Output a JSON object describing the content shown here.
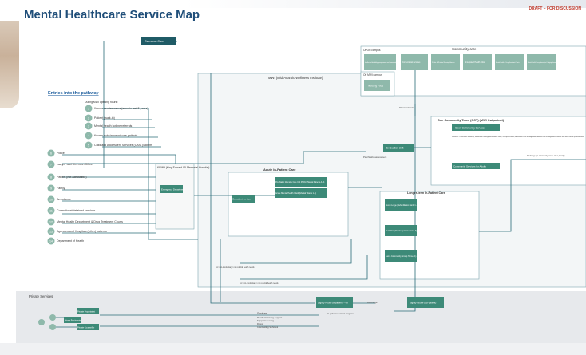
{
  "header": {
    "title": "Mental Healthcare Service Map",
    "draft_label": "DRAFT – FOR DISCUSSION"
  },
  "sections": {
    "entries_title": "Entries into the pathway",
    "during_hours": "During MWI opening hours :",
    "mwi_region": "MWI (Mid-Atlantic Wellness Institute)",
    "community_care": "Community care",
    "opd_campus": "OPOH campus",
    "off_campus": "Off MWI campus",
    "private_services": "Private Services",
    "acute_care": "Acute In-Patient Care",
    "longer_term": "Longer-term In-Patient Care",
    "kemh": "KEMH (King Edward VII Memorial Hospital)",
    "one_community_team": "One Community Team (OCT) (MWI Outpatient)"
  },
  "entries": [
    {
      "num": "1",
      "label": "Known service users (seen in last 2 years)"
    },
    {
      "num": "2",
      "label": "Patient (walk-in)"
    },
    {
      "num": "3",
      "label": "Mental health hotline referrals"
    },
    {
      "num": "4",
      "label": "Known substance misuse patients"
    },
    {
      "num": "5",
      "label": "Child and Adolescent Services (CAS) patients"
    },
    {
      "num": "6",
      "label": "Police"
    },
    {
      "num": "7",
      "label": "Lawyer and Diversion Officer"
    },
    {
      "num": "8",
      "label": "Patient (not admissible)"
    },
    {
      "num": "9",
      "label": "Family"
    },
    {
      "num": "10",
      "label": "Ambulance"
    },
    {
      "num": "11",
      "label": "Correctional/detained services"
    },
    {
      "num": "12",
      "label": "Mental Health Department & Drug Treatment Courts"
    },
    {
      "num": "13",
      "label": "Agencies and Hospitals (other) patients"
    },
    {
      "num": "14",
      "label": "Department of Health"
    }
  ],
  "community_boxes": [
    "Intellectual disability group homes and community",
    "Correctional services",
    "Public & Private Nursing Homes",
    "Integrated Health Clinic",
    "Mental Health & Drug Treatment Courts",
    "Mental Health Group Homes (incl. Lodging House)"
  ],
  "nodes": {
    "overseas_care": "Overseas Care",
    "nursing_pods": "Nursing Pods",
    "emergency_dept": "Emergency Department",
    "outpatient_services": "Outpatient services",
    "evaluation_unit": "Evaluation Unit",
    "acute_ward_1": "Psychiatric Intensive Care Unit (PICU) (Mental Patients A-B)",
    "acute_ward_2": "Acute Mental Health Ward (Mental Wards 1-3)",
    "oct_services": "Open Community Services",
    "community_adult": "Community Services for Adults",
    "longer_1": "Devon Lodge (Rehabilitation wards 1 - 4)",
    "longer_2": "Reid Ward (Psycho-geriatric ward 1-3)",
    "longer_3": "Lamb Community Group Home (1)",
    "dignity_acute": "Dignity House (in-patient) – 6b",
    "dignity_comm": "Dignity House (out-patient)",
    "private_1": "Private Psychiatrist",
    "private_2": "Private Psychologist",
    "private_3": "Private Counsellor"
  },
  "small_text": {
    "psych_assessment": "Psychiatric assessment",
    "discharge": "Discharge",
    "discharge_comm": "Discharge (to community care / other, family)",
    "for_non_involuntary": "For non-involuntary / not referral health needs",
    "for_non_involuntary_2": "For non-involuntary / not referral health needs",
    "private_refer": "Private referrals",
    "services_label": "Services:",
    "services_1": "Residential living support",
    "services_2": "Supported Living",
    "services_3": "Detox",
    "services_4": "Counselling Services",
    "inpatient_label": "In-patient in-patient program:",
    "oct_services_list": "Services: Crisis/home follow-up, Medication management, Home visits, Group/education, Alternative case management, Mental case management, Liaison with other health professionals"
  }
}
